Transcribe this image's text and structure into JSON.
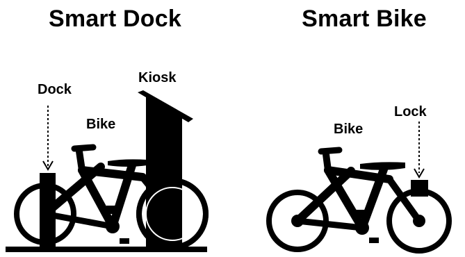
{
  "panels": [
    {
      "title": "Smart Dock",
      "labels": {
        "dock": "Dock",
        "bike": "Bike",
        "kiosk": "Kiosk"
      }
    },
    {
      "title": "Smart Bike",
      "labels": {
        "bike": "Bike",
        "lock": "Lock"
      }
    }
  ],
  "colors": {
    "ink": "#000000",
    "background": "#ffffff"
  }
}
